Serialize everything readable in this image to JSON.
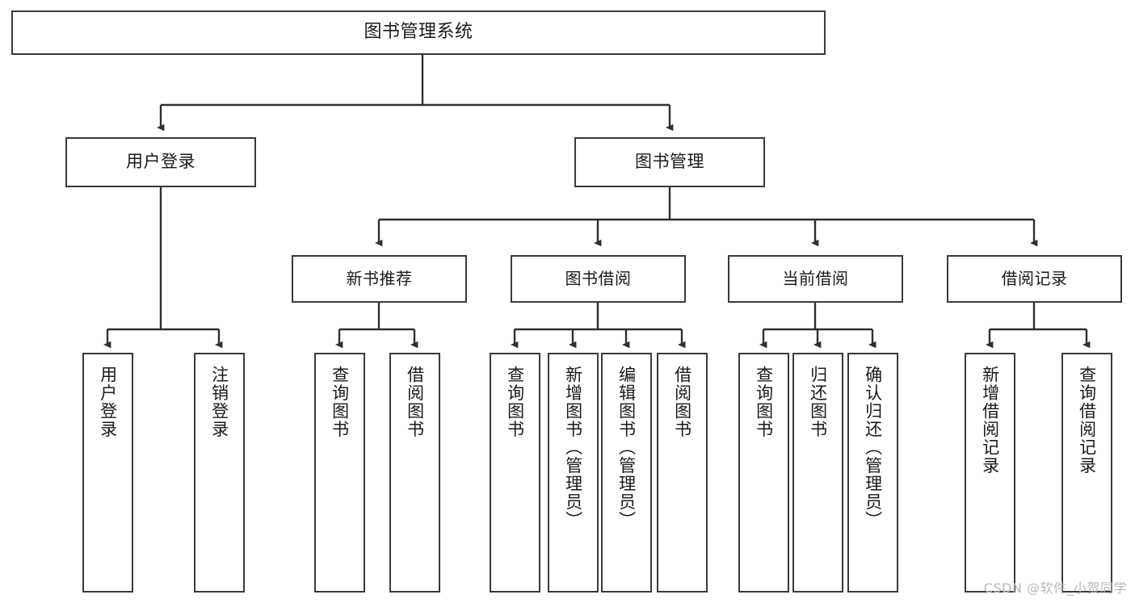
{
  "diagram": {
    "title": "图书管理系统",
    "type": "tree-hierarchy-diagram",
    "watermark": "CSDN @软件_小贺同学",
    "colors": {
      "box_border": "#3a3a3a",
      "box_fill": "#ffffff",
      "connector": "#2f2f2f",
      "text": "#1a1a1a",
      "watermark": "#b9b9b9",
      "background": "#ffffff"
    },
    "root": {
      "label": "图书管理系统"
    },
    "level2": [
      {
        "label": "用户登录"
      },
      {
        "label": "图书管理"
      }
    ],
    "level3": [
      {
        "label": "新书推荐"
      },
      {
        "label": "图书借阅"
      },
      {
        "label": "当前借阅"
      },
      {
        "label": "借阅记录"
      }
    ],
    "leaves": {
      "user_login": [
        {
          "label": "用户登录"
        },
        {
          "label": "注销登录"
        }
      ],
      "new_book_recommend": [
        {
          "label": "查询图书"
        },
        {
          "label": "借阅图书"
        }
      ],
      "book_borrow": [
        {
          "label": "查询图书"
        },
        {
          "label": "新增图书（管理员）"
        },
        {
          "label": "编辑图书（管理员）"
        },
        {
          "label": "借阅图书"
        }
      ],
      "current_borrow": [
        {
          "label": "查询图书"
        },
        {
          "label": "归还图书"
        },
        {
          "label": "确认归还（管理员）"
        }
      ],
      "borrow_record": [
        {
          "label": "新增借阅记录"
        },
        {
          "label": "查询借阅记录"
        }
      ]
    }
  }
}
